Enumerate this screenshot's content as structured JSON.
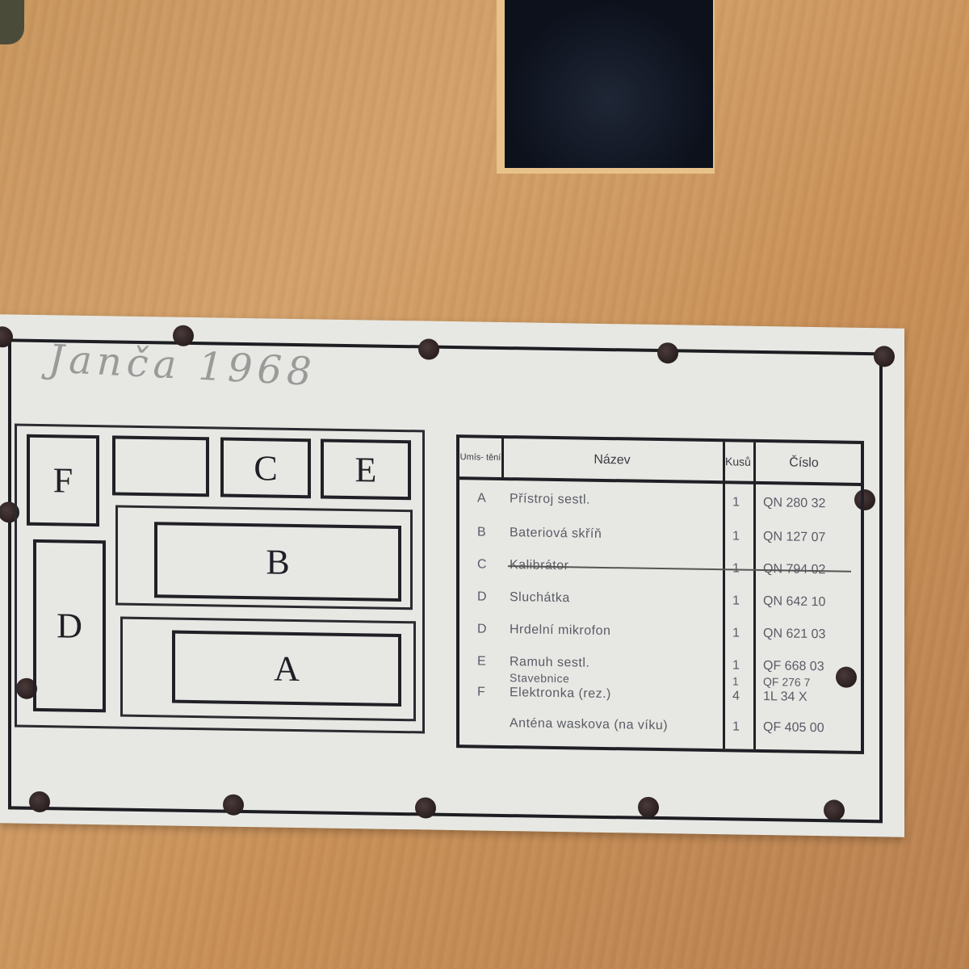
{
  "handwritten_note": "Janča 1968",
  "layout_labels": {
    "f": "F",
    "empty": "",
    "c": "C",
    "e": "E",
    "b": "B",
    "d": "D",
    "a": "A"
  },
  "table": {
    "headers": {
      "position": "Umís- tění",
      "name": "Název",
      "qty": "Kusů",
      "number": "Číslo"
    },
    "rows": [
      {
        "pos": "A",
        "name": "Přístroj sestl.",
        "qty": "1",
        "num": "QN 280 32"
      },
      {
        "pos": "B",
        "name": "Bateriová skříň",
        "qty": "1",
        "num": "QN 127 07"
      },
      {
        "pos": "C",
        "name": "Kalibrátor",
        "qty": "1",
        "num": "QN 794 02",
        "struck": true
      },
      {
        "pos": "D",
        "name": "Sluchátka",
        "qty": "1",
        "num": "QN 642 10"
      },
      {
        "pos": "D",
        "name": "Hrdelní mikrofon",
        "qty": "1",
        "num": "QN 621 03"
      },
      {
        "pos": "E",
        "name": "Ramuh sestl.",
        "qty": "1",
        "num": "QF 668 03"
      },
      {
        "pos": "",
        "name": "Stavebnice",
        "qty": "1",
        "num": "QF 276 7"
      },
      {
        "pos": "F",
        "name": "Elektronka (rez.)",
        "qty": "4",
        "num": "1L 34 X"
      },
      {
        "pos": "",
        "name": "Anténa waskova (na víku)",
        "qty": "1",
        "num": "QF 405 00"
      }
    ]
  }
}
